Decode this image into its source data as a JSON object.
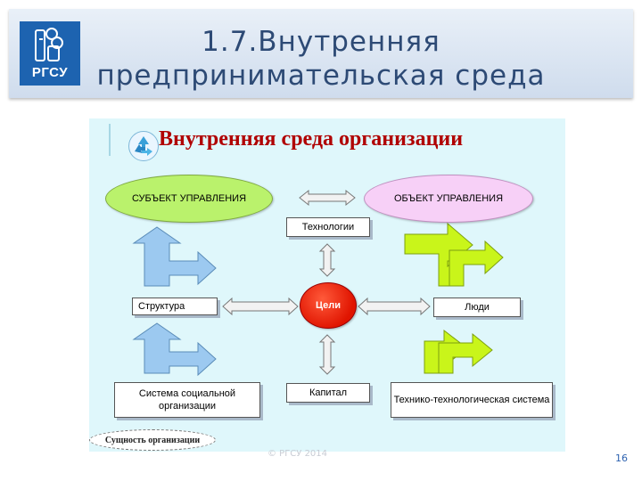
{
  "slide": {
    "title_line1": "1.7.Внутренняя",
    "title_line2": "предпринимательская среда",
    "logo_text": "РГСУ",
    "footer": "© РГСУ 2014",
    "page_number": "16"
  },
  "diagram": {
    "title": "Внутренняя среда организации",
    "subject": "СУБЪЕКТ УПРАВЛЕНИЯ",
    "object": "ОБЪЕКТ УПРАВЛЕНИЯ",
    "technology": "Технологии",
    "structure": "Структура",
    "goals": "Цели",
    "people": "Люди",
    "capital": "Капитал",
    "social_system": "Система социальной организации",
    "tech_system": "Технико-технологическая система",
    "essence": "Сущность организации"
  },
  "colors": {
    "header_accent": "#1d63b0",
    "title_text": "#2d4a75",
    "diagram_title": "#b00000",
    "subject_fill": "#baf26c",
    "object_fill": "#f7d0f7",
    "goal_fill": "#e01400",
    "blue_arrow": "#9cc9f0",
    "green_arrow": "#c9f51a"
  }
}
